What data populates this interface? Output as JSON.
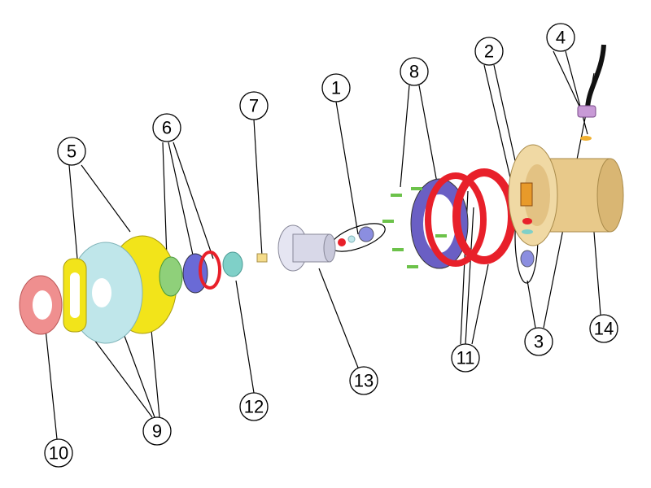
{
  "diagram": {
    "type": "exploded-parts-view",
    "callouts": [
      "1",
      "2",
      "3",
      "4",
      "5",
      "6",
      "7",
      "8",
      "9",
      "10",
      "11",
      "12",
      "13",
      "14"
    ]
  },
  "colors": {
    "housing": "#e8c98a",
    "gasket_red": "#e8202a",
    "flange_blue": "#6a5fc4",
    "screw_green": "#6cc24a",
    "yellow_part": "#f2e41a",
    "cyan_cover": "#bfe6ea",
    "pink_ring": "#ef8f8f",
    "lavender_nut": "#c89ad6"
  }
}
